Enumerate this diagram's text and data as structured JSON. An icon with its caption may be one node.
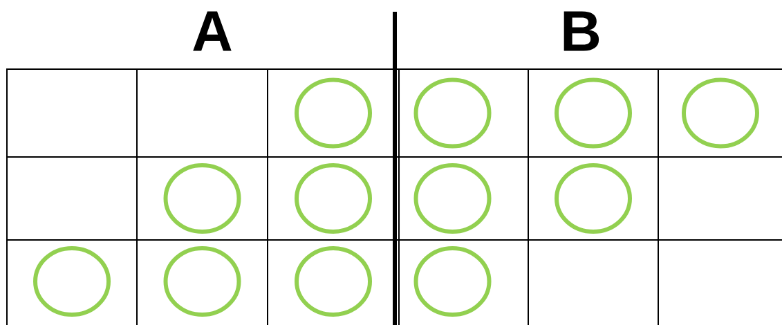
{
  "diagram": {
    "nodes": [
      {
        "text": [],
        "shape": "box"
      },
      {
        "text": [],
        "shape": "box"
      },
      {
        "text": [],
        "shape": "box"
      },
      {
        "text": [],
        "shape": "circle",
        "in": 2
      },
      {
        "text": [],
        "shape": "box"
      },
      {
        "text": [],
        "shape": "circle",
        "in": 4
      },
      {
        "text": [],
        "shape": "box"
      },
      {
        "text": [],
        "shape": "circle",
        "in": 6
      },
      {
        "text": [],
        "shape": "box"
      },
      {
        "text": [],
        "shape": "circle",
        "in": 8
      },
      {
        "text": [],
        "shape": "box"
      },
      {
        "text": [],
        "shape": "box"
      },
      {
        "text": [],
        "shape": "circle",
        "in": 11
      },
      {
        "text": [],
        "shape": "box"
      },
      {
        "text": [],
        "shape": "circle",
        "in": 13
      },
      {
        "text": [],
        "shape": "box"
      },
      {
        "text": [],
        "shape": "circle",
        "in": 15
      },
      {
        "text": [],
        "shape": "box"
      },
      {
        "text": [],
        "shape": "circle",
        "in": 17
      },
      {
        "text": [],
        "shape": "box"
      },
      {
        "text": [],
        "shape": "box"
      },
      {
        "text": [],
        "shape": "circle",
        "in": 20
      },
      {
        "text": [],
        "shape": "box"
      },
      {
        "text": [],
        "shape": "circle",
        "in": 22
      },
      {
        "text": [],
        "shape": "box"
      },
      {
        "text": [],
        "shape": "circle",
        "in": 24
      },
      {
        "text": [],
        "shape": "box"
      },
      {
        "text": [],
        "shape": "circle",
        "in": 26
      },
      {
        "text": [],
        "shape": "box"
      },
      {
        "text": [],
        "shape": "box"
      }
    ],
    "labels": [
      "A",
      "B"
    ]
  }
}
